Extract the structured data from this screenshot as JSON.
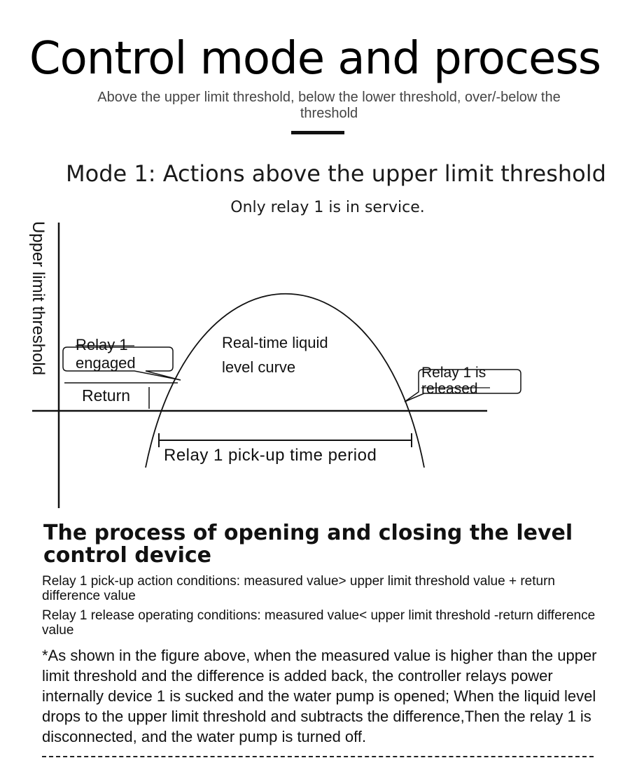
{
  "header": {
    "title": "Control mode and process",
    "subtitle": "Above the upper limit threshold, below the lower threshold, over/-below the threshold"
  },
  "mode": {
    "heading": "Mode 1: Actions above the upper limit threshold",
    "note": "Only relay 1 is in service."
  },
  "diagram": {
    "y_axis_label": "Upper limit threshold",
    "return_label": "Return",
    "curve_label_line1": "Real-time liquid",
    "curve_label_line2": "level curve",
    "engaged_line1": "Relay 1",
    "engaged_line2": "engaged",
    "released_line1": "Relay 1 is",
    "released_line2": "released",
    "period_label": "Relay 1 pick-up time period"
  },
  "process": {
    "heading": "The process of opening and closing the level control device",
    "pickup_condition": "Relay 1 pick-up action conditions: measured value> upper limit threshold value + return difference value",
    "release_condition": "Relay 1 release operating conditions: measured value< upper limit threshold -return difference value",
    "explanation": "*As shown in the figure above, when the measured value is higher than the upper limit threshold and the difference is added back, the controller relays power internally device 1 is sucked and the water pump is opened; When the liquid level drops to the upper limit threshold and subtracts the difference,Then the relay 1 is disconnected, and the water pump is turned off."
  }
}
